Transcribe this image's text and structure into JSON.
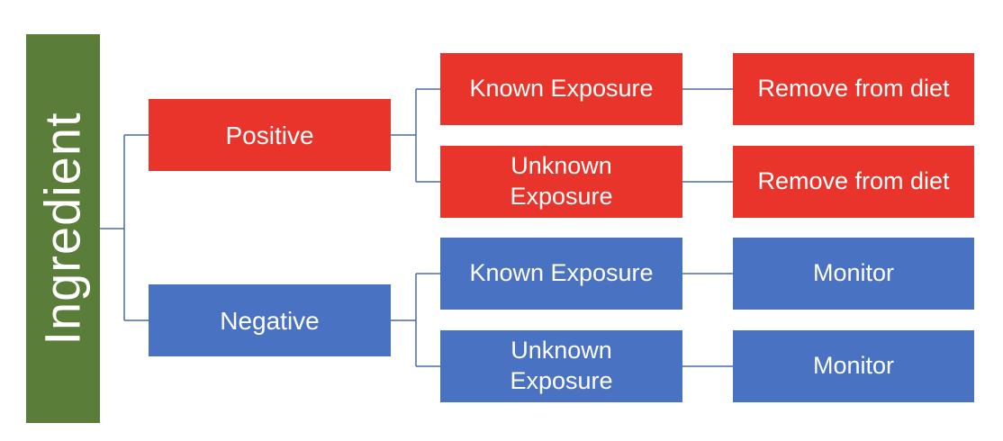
{
  "root": {
    "label": "Ingredient"
  },
  "branches": [
    {
      "label": "Positive",
      "color": "#e8342a",
      "children": [
        {
          "label": "Known Exposure",
          "action": "Remove from diet"
        },
        {
          "label": "Unknown Exposure",
          "action": "Remove from diet"
        }
      ]
    },
    {
      "label": "Negative",
      "color": "#4a72c2",
      "children": [
        {
          "label": "Known Exposure",
          "action": "Monitor"
        },
        {
          "label": "Unknown Exposure",
          "action": "Monitor"
        }
      ]
    }
  ],
  "colors": {
    "root": "#5b7d3a",
    "positive": "#e8342a",
    "negative": "#4a72c2",
    "connector": "#4a6aa8"
  }
}
